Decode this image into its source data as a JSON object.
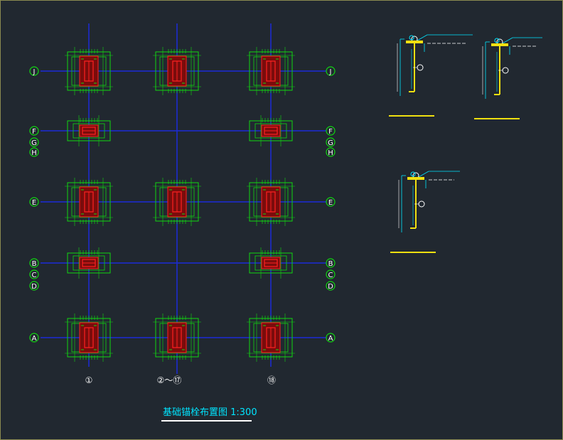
{
  "drawing": {
    "title": "基础锚栓布置图 1:300",
    "colors": {
      "background": "#212830",
      "grid_line": "#1c2bd8",
      "dimension": "#11d611",
      "anchor": "#e01010",
      "column": "#ff2020",
      "base_plate": "#7a0c0c",
      "label_text": "#ffffff",
      "title_text": "#00e5ff",
      "detail_line": "#00e5ff",
      "detail_steel": "#f0e010",
      "detail_mark": "#ffffff"
    },
    "row_labels": {
      "J": "J",
      "F": "F",
      "G": "G",
      "H": "H",
      "E": "E",
      "B": "B",
      "C": "C",
      "D": "D",
      "A": "A"
    },
    "column_labels": {
      "c1": "①",
      "c2": "②～⑰",
      "c3": "⑱"
    }
  }
}
